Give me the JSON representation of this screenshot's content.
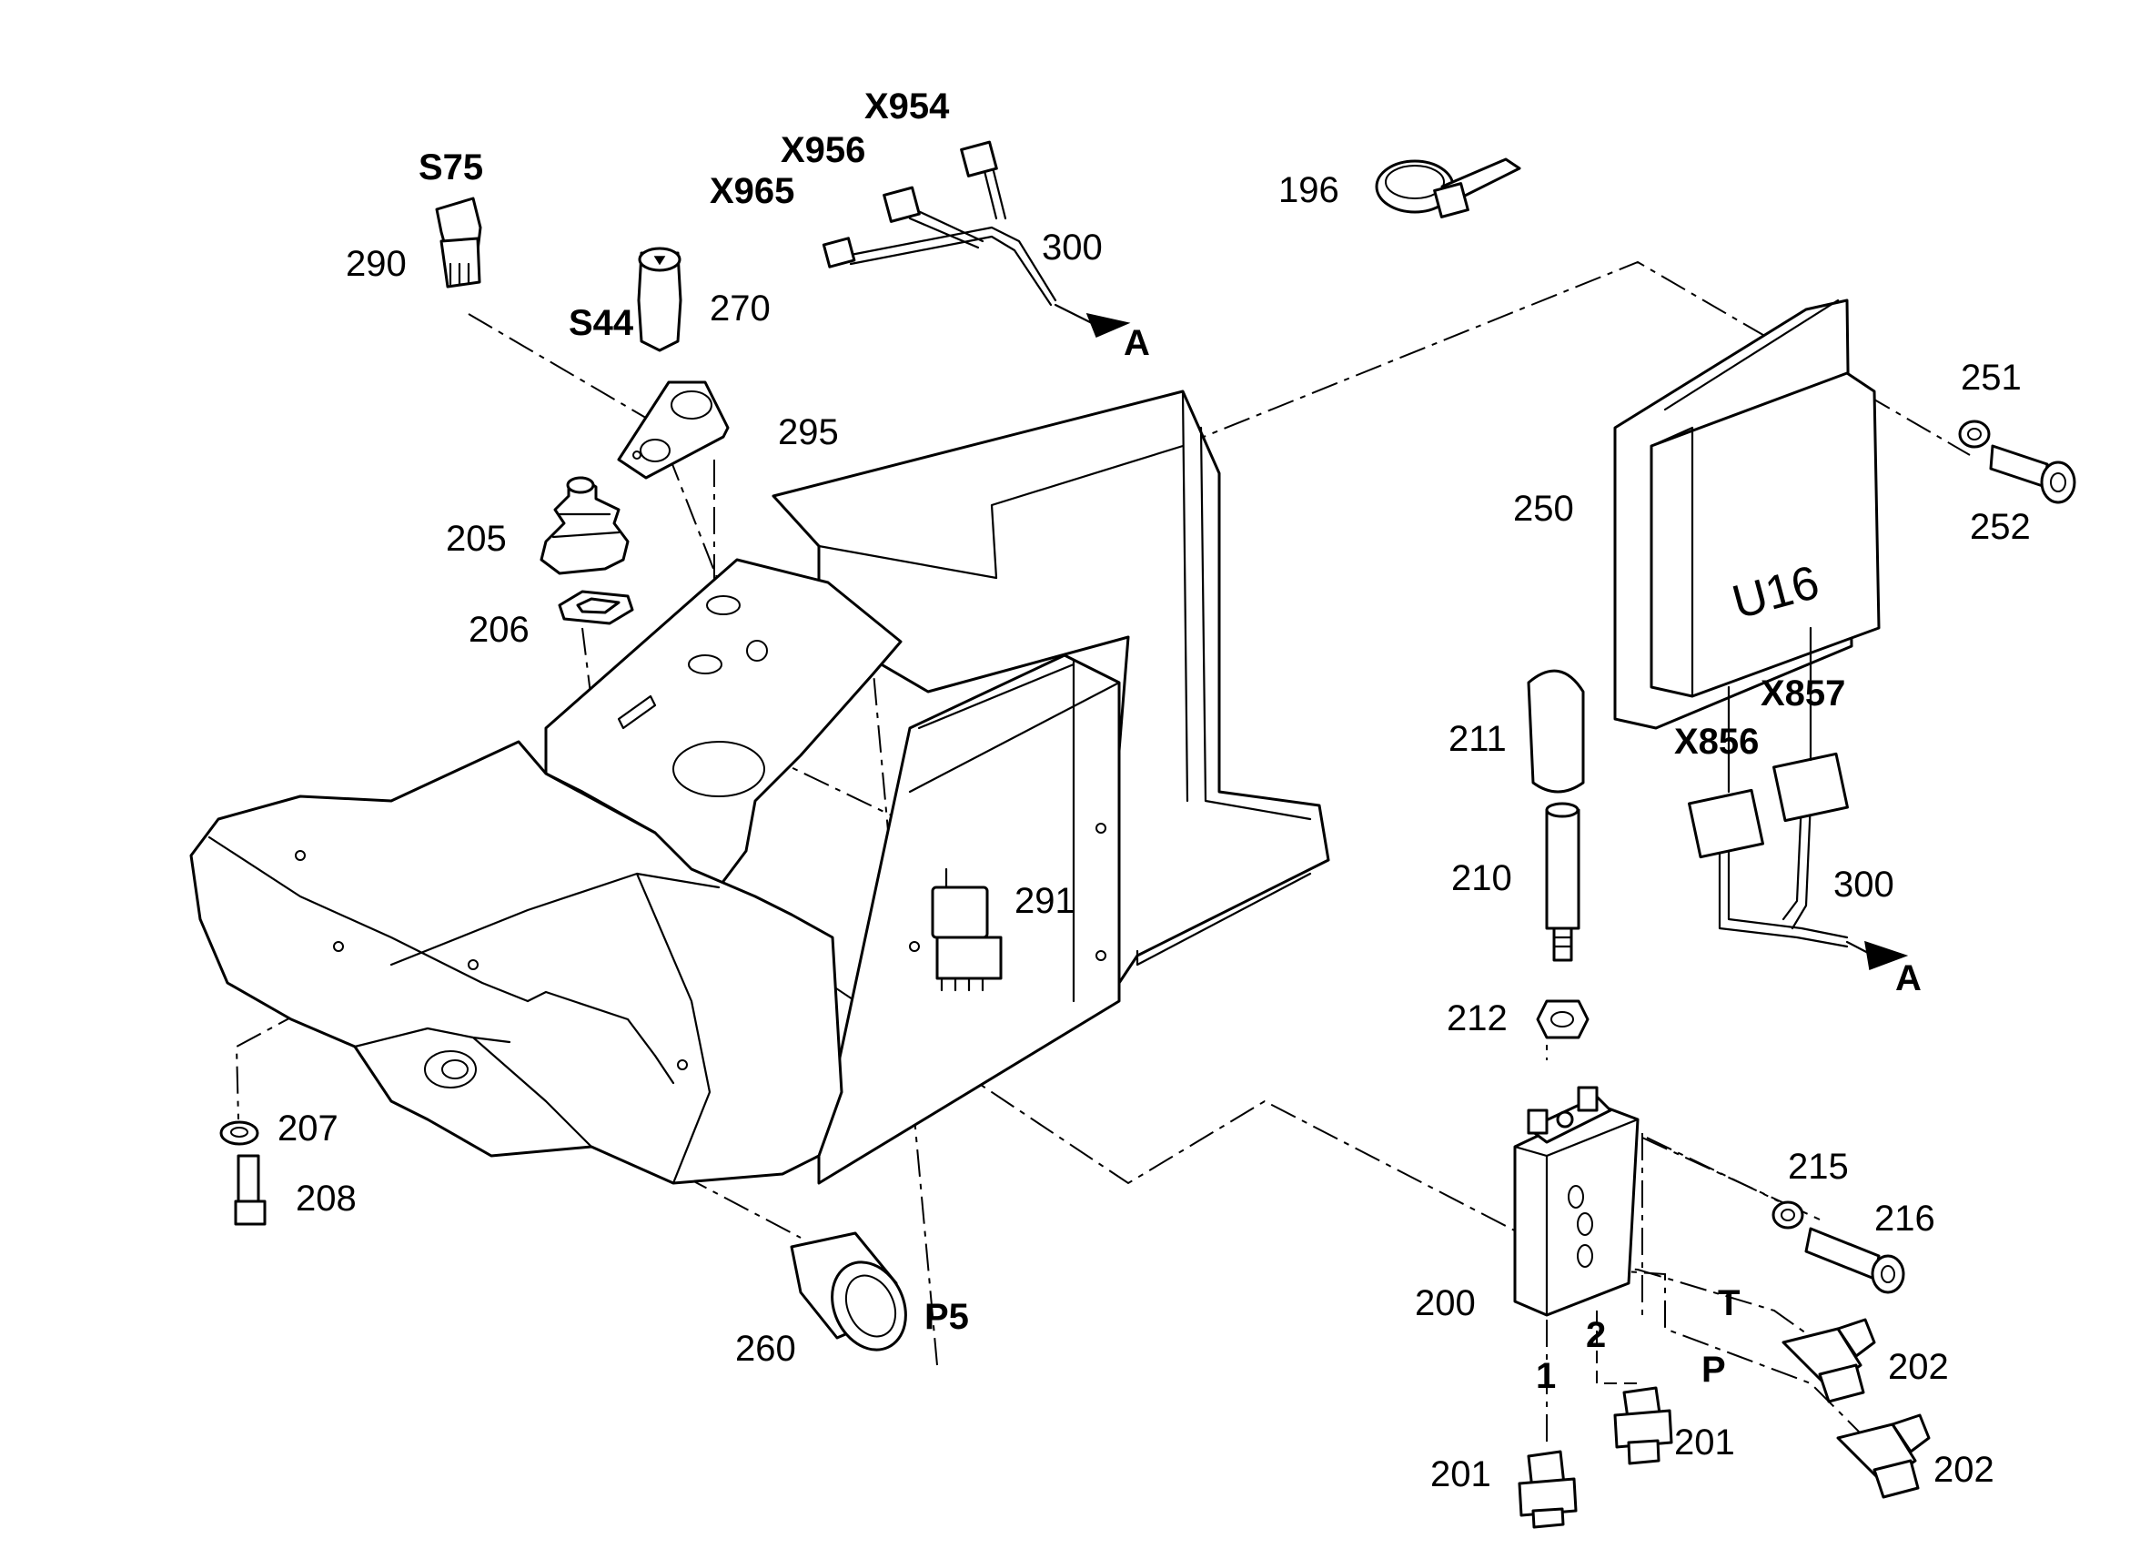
{
  "labels": {
    "x954": "X954",
    "x956": "X956",
    "x965": "X965",
    "s75": "S75",
    "n290": "290",
    "s44": "S44",
    "n270": "270",
    "n300a": "300",
    "a1": "A",
    "n196": "196",
    "n295": "295",
    "n205": "205",
    "n206": "206",
    "n251": "251",
    "n252": "252",
    "n250": "250",
    "u16": "U16",
    "x857": "X857",
    "x856": "X856",
    "n211": "211",
    "n210": "210",
    "n300b": "300",
    "a2": "A",
    "n291": "291",
    "n212": "212",
    "n207": "207",
    "n208": "208",
    "n215": "215",
    "n216": "216",
    "n200": "200",
    "t": "T",
    "p": "P",
    "one": "1",
    "two": "2",
    "n201a": "201",
    "n201b": "201",
    "n202a": "202",
    "n202b": "202",
    "n260": "260",
    "p5": "P5"
  }
}
